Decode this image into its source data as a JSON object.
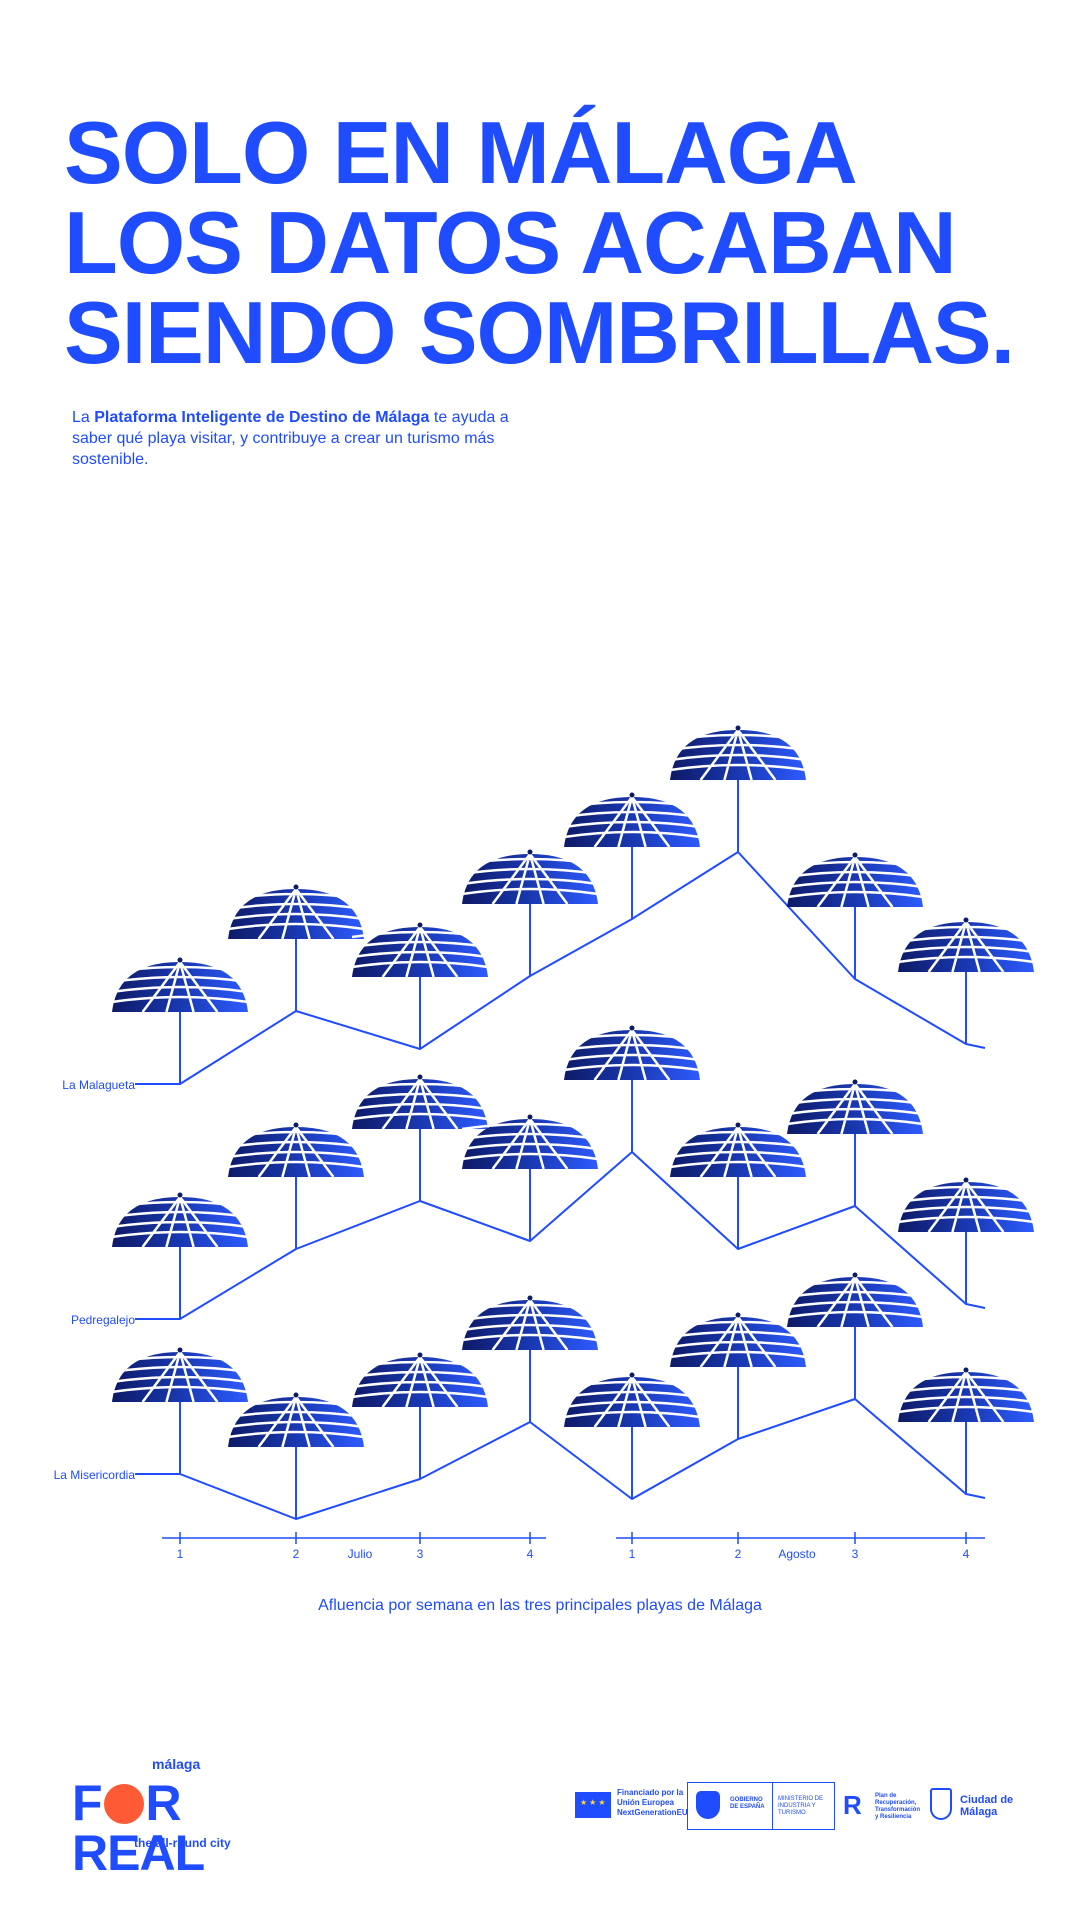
{
  "headline": {
    "line1": "SOLO EN MÁLAGA",
    "line2": "LOS DATOS ACABAN",
    "line3": "SIENDO SOMBRILLAS."
  },
  "intro": {
    "prefix": "La ",
    "bold": "Plataforma Inteligente de Destino de Málaga",
    "suffix": " te ayuda a saber qué playa visitar, y contribuye a crear un turismo más sostenible."
  },
  "chart_data": {
    "type": "line",
    "title": "Afluencia por semana en las tres principales playas de Málaga",
    "x": [
      "1",
      "2",
      "3",
      "4",
      "1",
      "2",
      "3",
      "4"
    ],
    "x_groups": [
      "Julio",
      "Agosto"
    ],
    "y_units": "relative",
    "series": [
      {
        "name": "La Malagueta",
        "values": [
          0,
          73,
          35,
          108,
          165,
          232,
          105,
          40
        ]
      },
      {
        "name": "Pedregalejo",
        "values": [
          0,
          70,
          118,
          78,
          167,
          70,
          113,
          15
        ]
      },
      {
        "name": "La Misericordia",
        "values": [
          0,
          -45,
          -5,
          52,
          -25,
          35,
          75,
          -20
        ]
      }
    ],
    "grid": false,
    "legend": "left labels"
  },
  "colors": {
    "accent": "#1f4cff",
    "umbrella_dark": "#0d1a66",
    "umbrella_light": "#2e5bff",
    "logo_orange": "#ff5a36"
  },
  "footer": {
    "logo_top": "málaga",
    "logo_left": "F",
    "logo_right": "R REAL",
    "logo_sub": "the all-round city",
    "eu": "Financiado por la Unión Europea NextGenerationEU",
    "gov": "GOBIERNO DE ESPAÑA",
    "ministry": "MINISTERIO DE INDUSTRIA Y TURISMO",
    "plan": "Plan de Recuperación, Transformación y Resiliencia",
    "city": "Ciudad de Málaga"
  }
}
